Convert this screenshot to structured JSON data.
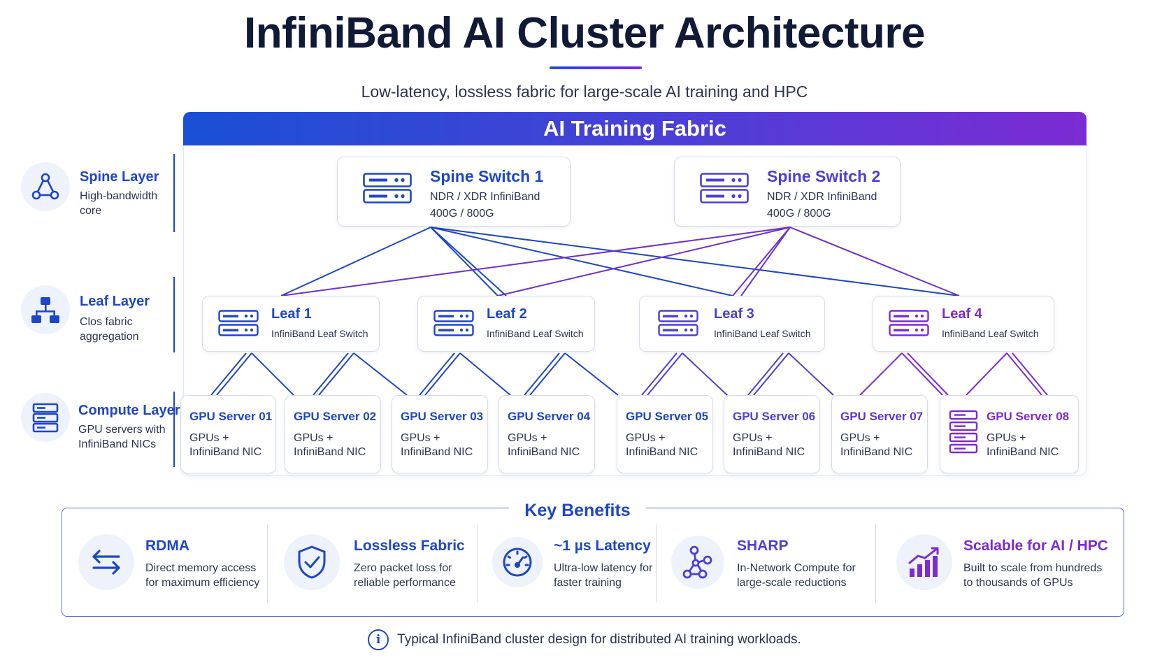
{
  "title": "InfiniBand AI Cluster Architecture",
  "subtitle": "Low-latency, lossless fabric for large-scale AI training and HPC",
  "fabric_title": "AI Training Fabric",
  "colors": {
    "blue": "#1e46c8",
    "purple": "#7c2bd3",
    "navy": "#101935",
    "text": "#2c3550"
  },
  "layers": [
    {
      "title": "Spine Layer",
      "desc": "High-bandwidth core",
      "icon": "network-nodes-icon"
    },
    {
      "title": "Leaf Layer",
      "desc": "Clos fabric aggregation",
      "icon": "hierarchy-icon"
    },
    {
      "title": "Compute Layer",
      "desc": "GPU servers with InfiniBand NICs",
      "icon": "server-stack-icon"
    }
  ],
  "spines": [
    {
      "name": "Spine Switch 1",
      "line1": "NDR / XDR InfiniBand",
      "line2": "400G / 800G"
    },
    {
      "name": "Spine Switch 2",
      "line1": "NDR / XDR InfiniBand",
      "line2": "400G / 800G"
    }
  ],
  "leaves": [
    {
      "name": "Leaf 1",
      "desc": "InfiniBand Leaf Switch"
    },
    {
      "name": "Leaf 2",
      "desc": "InfiniBand Leaf Switch"
    },
    {
      "name": "Leaf 3",
      "desc": "InfiniBand Leaf Switch"
    },
    {
      "name": "Leaf 4",
      "desc": "InfiniBand Leaf Switch"
    }
  ],
  "servers": [
    {
      "name": "GPU Server 01",
      "line1": "GPUs +",
      "line2": "InfiniBand NIC"
    },
    {
      "name": "GPU Server 02",
      "line1": "GPUs +",
      "line2": "InfiniBand NIC"
    },
    {
      "name": "GPU Server 03",
      "line1": "GPUs +",
      "line2": "InfiniBand NIC"
    },
    {
      "name": "GPU Server 04",
      "line1": "GPUs +",
      "line2": "InfiniBand NIC"
    },
    {
      "name": "GPU Server 05",
      "line1": "GPUs +",
      "line2": "InfiniBand NIC"
    },
    {
      "name": "GPU Server 06",
      "line1": "GPUs +",
      "line2": "InfiniBand NIC"
    },
    {
      "name": "GPU Server 07",
      "line1": "GPUs +",
      "line2": "InfiniBand NIC"
    },
    {
      "name": "GPU Server 08",
      "line1": "GPUs +",
      "line2": "InfiniBand NIC"
    }
  ],
  "benefits_title": "Key Benefits",
  "benefits": [
    {
      "title": "RDMA",
      "desc": "Direct memory access for maximum efficiency",
      "icon": "swap-arrows-icon"
    },
    {
      "title": "Lossless Fabric",
      "desc": "Zero packet loss for reliable performance",
      "icon": "shield-check-icon"
    },
    {
      "title": "~1 µs Latency",
      "desc": "Ultra-low latency for faster training",
      "icon": "speedometer-icon"
    },
    {
      "title": "SHARP",
      "desc": "In-Network Compute for large-scale reductions",
      "icon": "molecule-nodes-icon"
    },
    {
      "title": "Scalable for AI / HPC",
      "desc": "Built to scale from hundreds to thousands of GPUs",
      "icon": "growth-chart-icon"
    }
  ],
  "footnote": "Typical InfiniBand cluster design for distributed AI training workloads."
}
